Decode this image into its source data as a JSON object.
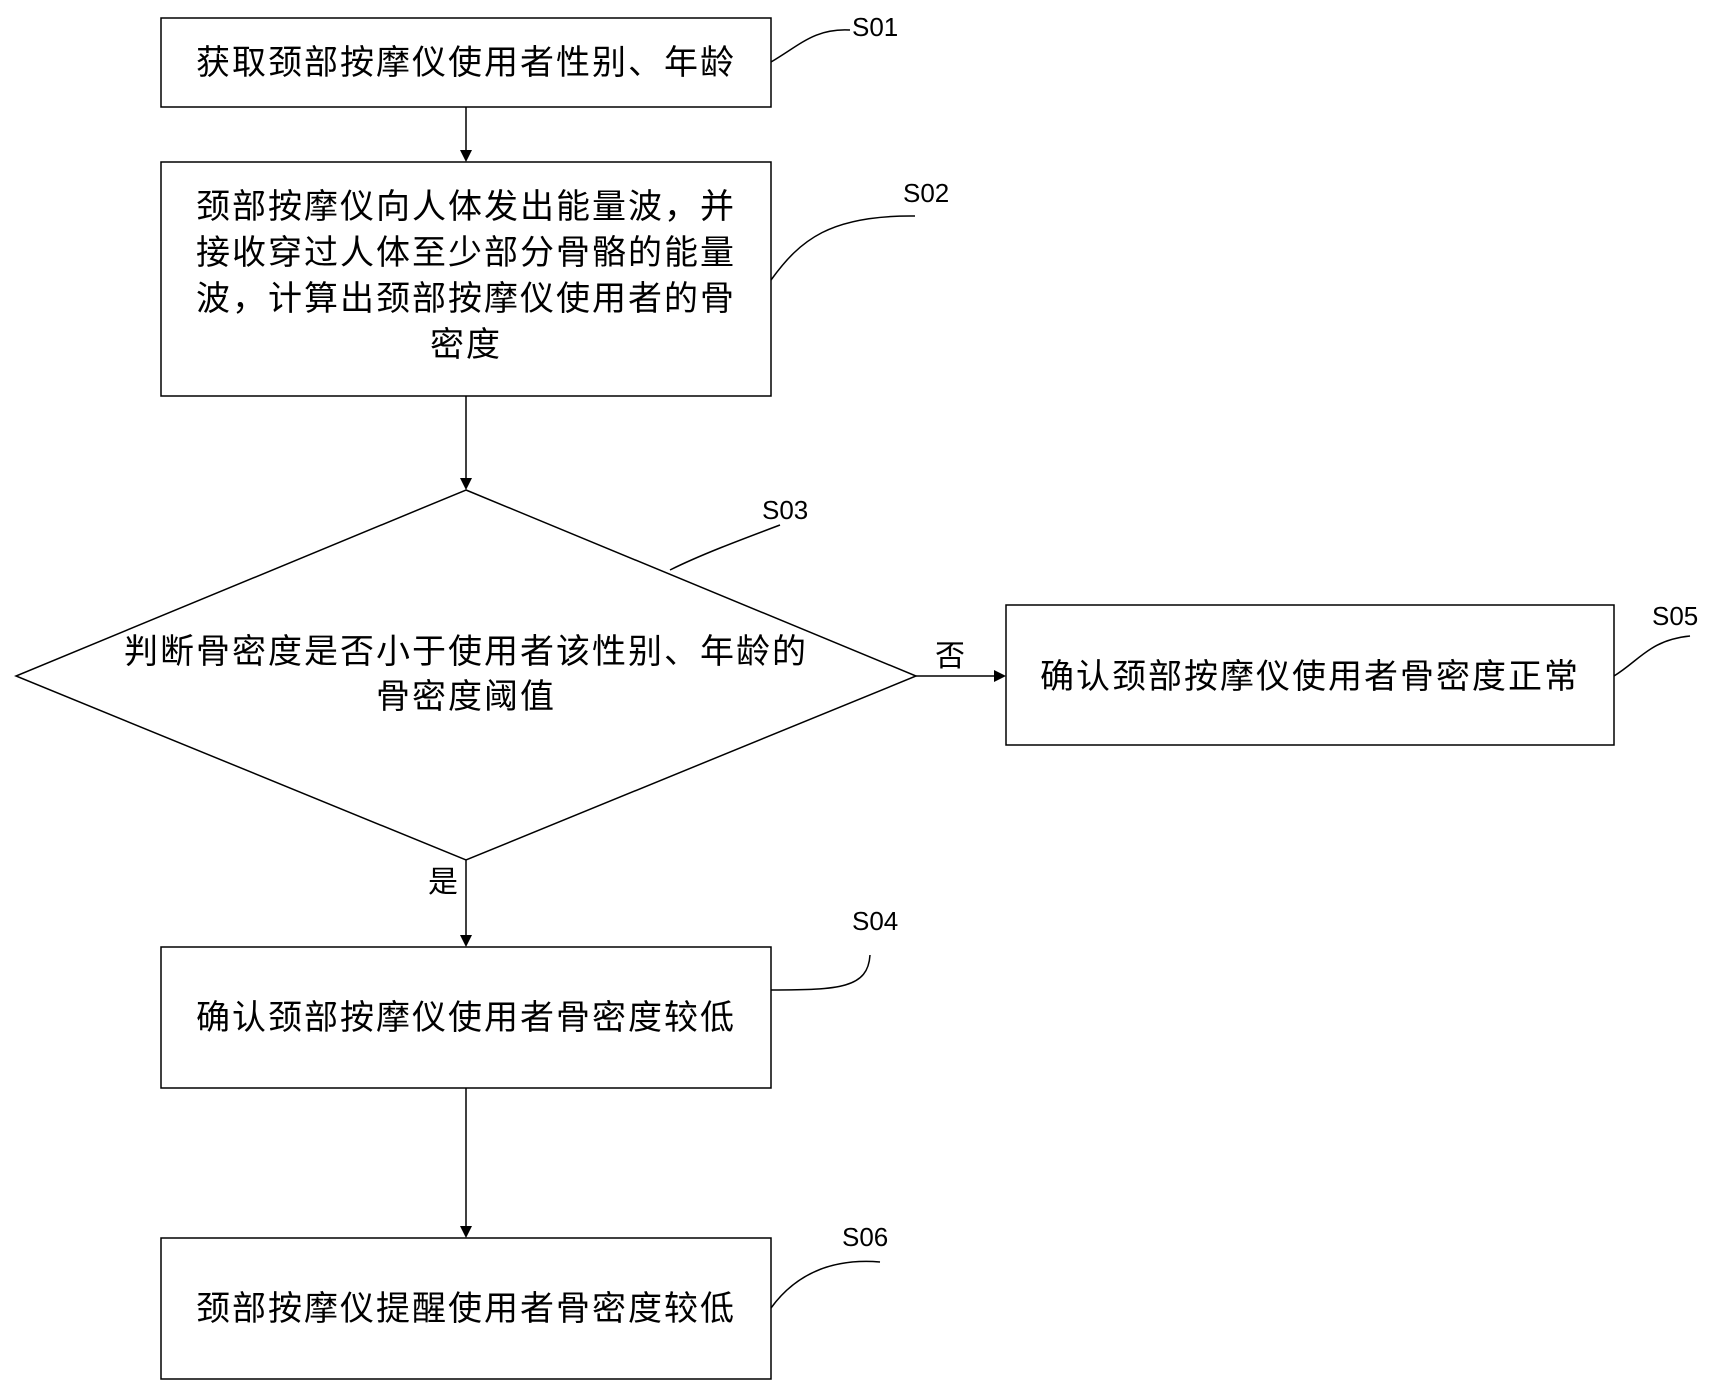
{
  "steps": {
    "s01": {
      "label": "S01",
      "text": "获取颈部按摩仪使用者性别、年龄"
    },
    "s02": {
      "label": "S02",
      "lines": [
        "颈部按摩仪向人体发出能量波，并",
        "接收穿过人体至少部分骨骼的能量",
        "波，计算出颈部按摩仪使用者的骨",
        "密度"
      ]
    },
    "s03": {
      "label": "S03",
      "lines": [
        "判断骨密度是否小于使用者该性别、年龄的",
        "骨密度阈值"
      ]
    },
    "s04": {
      "label": "S04",
      "text": "确认颈部按摩仪使用者骨密度较低"
    },
    "s05": {
      "label": "S05",
      "text": "确认颈部按摩仪使用者骨密度正常"
    },
    "s06": {
      "label": "S06",
      "text": "颈部按摩仪提醒使用者骨密度较低"
    }
  },
  "branches": {
    "yes": "是",
    "no": "否"
  }
}
